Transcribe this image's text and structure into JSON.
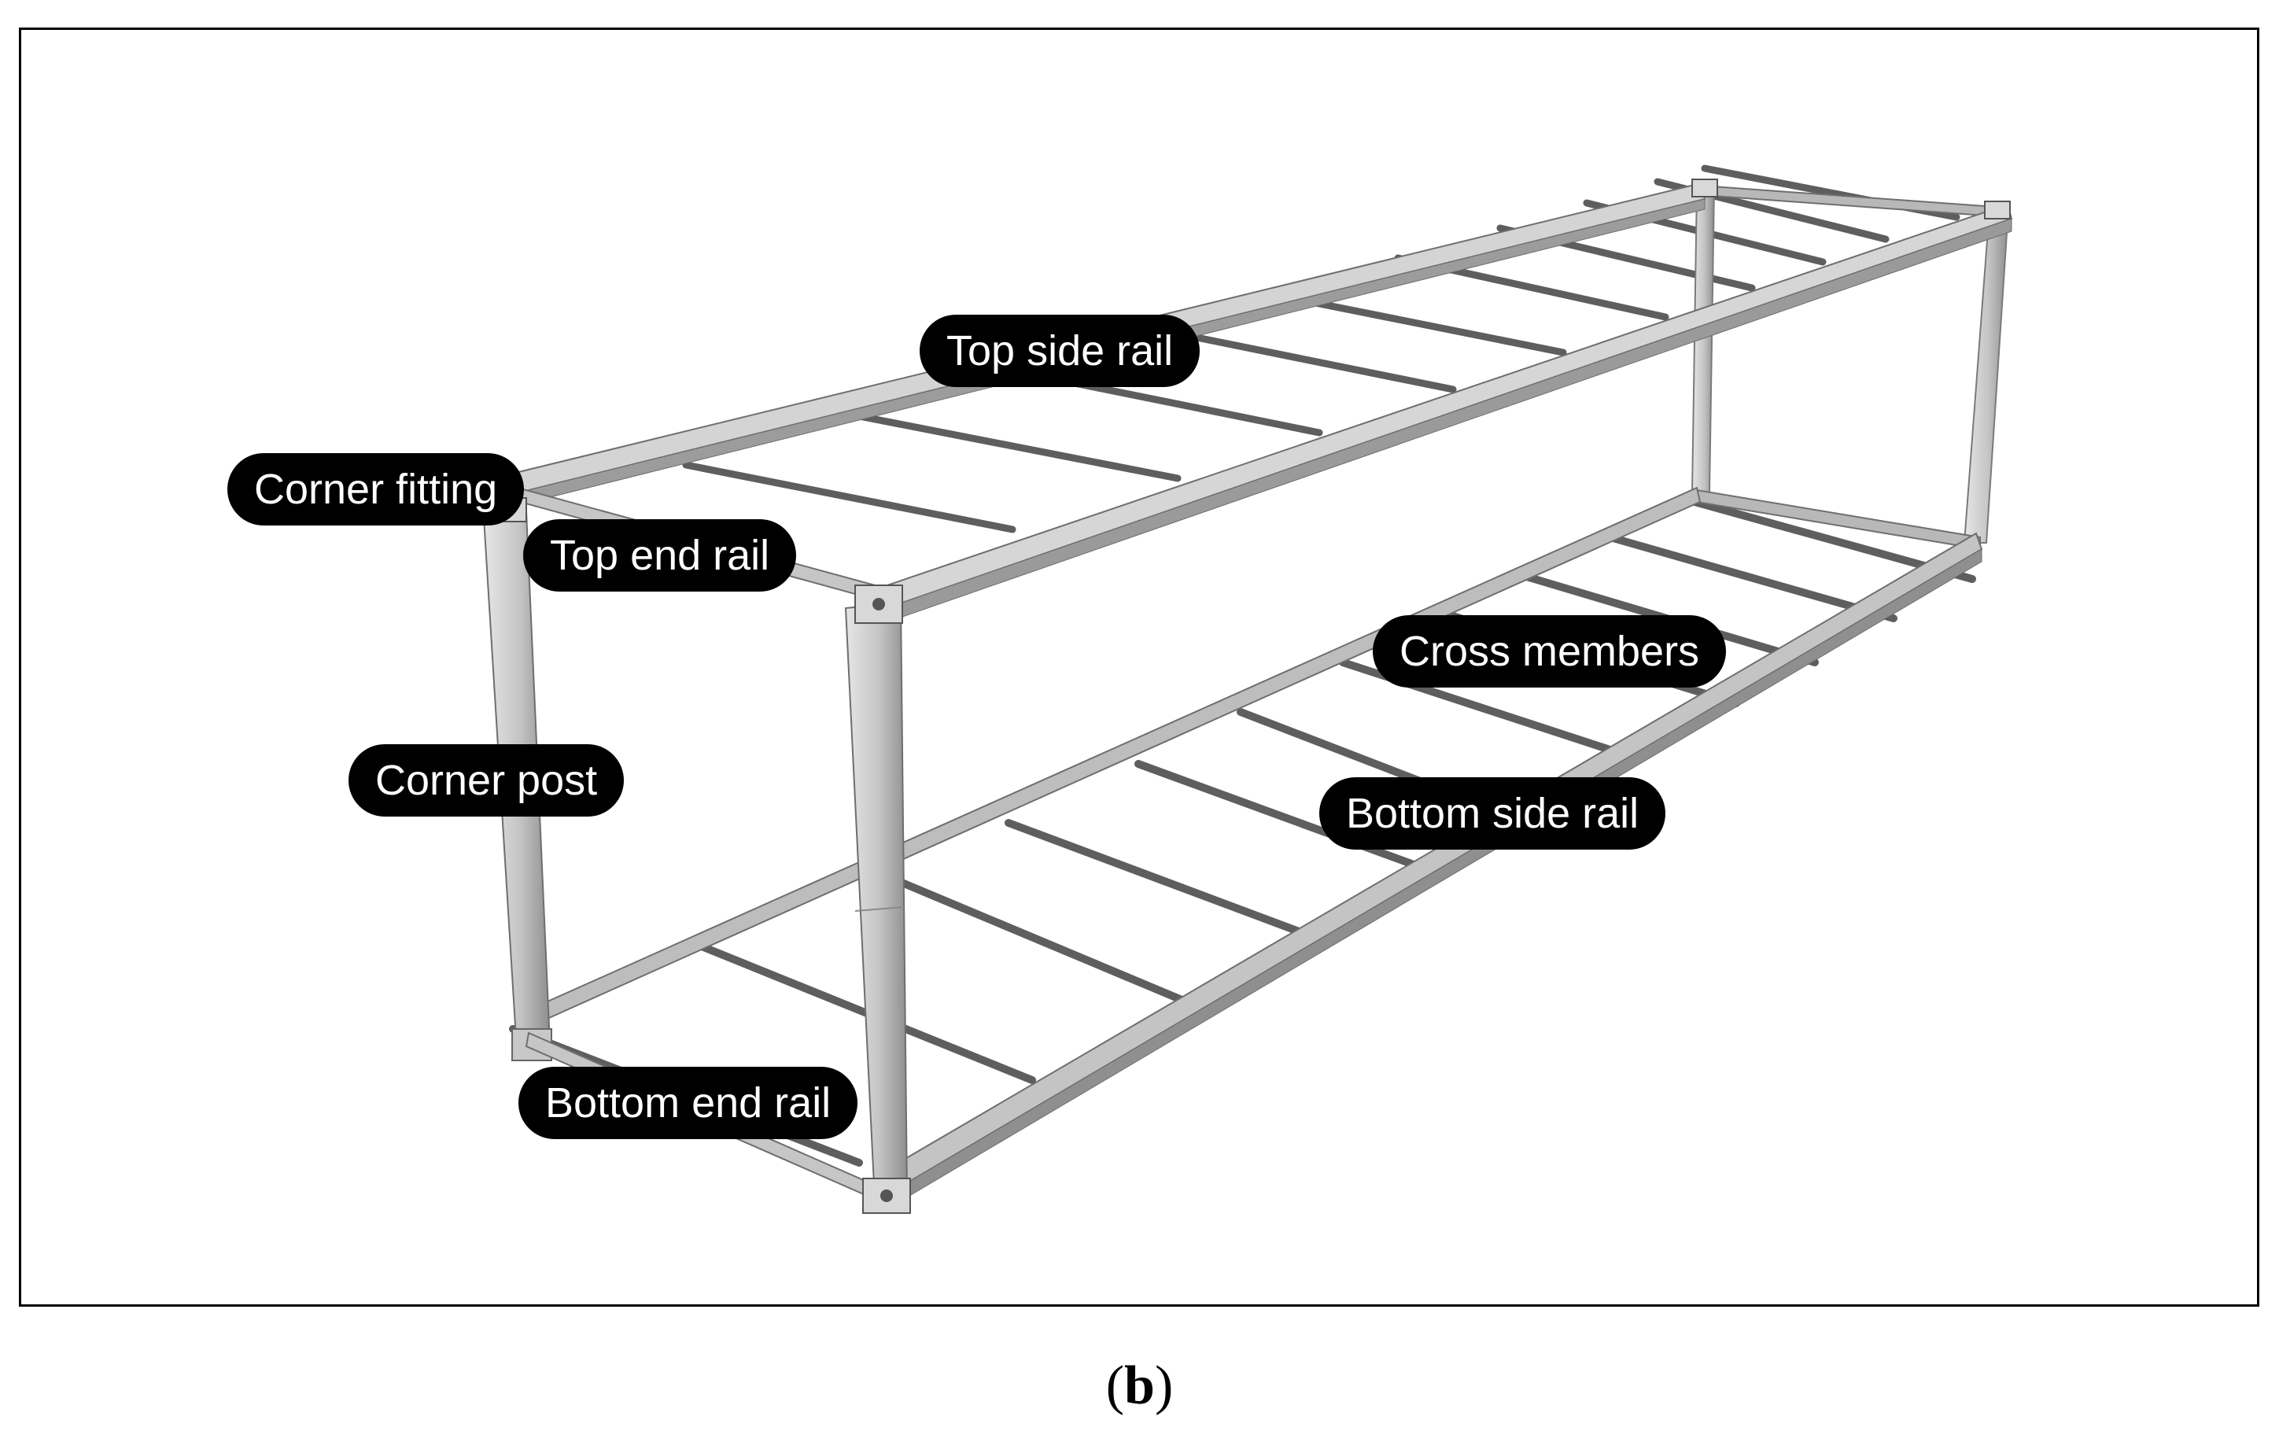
{
  "labels": {
    "top_side_rail": "Top side rail",
    "corner_fitting": "Corner fitting",
    "top_end_rail": "Top end rail",
    "cross_members": "Cross members",
    "corner_post": "Corner post",
    "bottom_side_rail": "Bottom side rail",
    "bottom_end_rail": "Bottom end rail"
  },
  "caption": {
    "open": "(",
    "letter": "b",
    "close": ")"
  },
  "colors": {
    "frame_light": "#cfcfcf",
    "frame_mid": "#a8a8a8",
    "frame_dark": "#6e6e6e",
    "cross_member": "#5a5a5a",
    "label_bg": "#000000",
    "label_text": "#ffffff"
  }
}
